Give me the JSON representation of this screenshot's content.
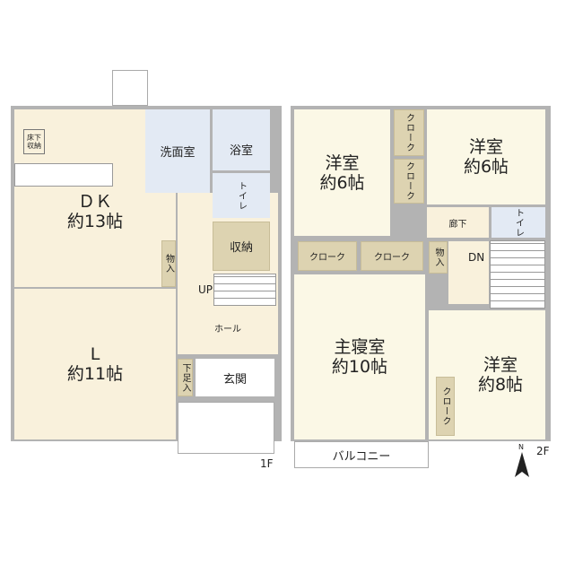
{
  "floor1": {
    "label": "1F",
    "rooms": {
      "dk": {
        "name": "ＤＫ",
        "size": "約13帖"
      },
      "living": {
        "name": "L",
        "size": "約11帖"
      },
      "underfloor_storage": "床下収納",
      "washroom": "洗面室",
      "bathroom": "浴室",
      "toilet": "トイレ",
      "storage": "収納",
      "closet": "物入",
      "hall": "ホール",
      "stairs_up": "UP",
      "shoe_closet": "下足入",
      "entrance": "玄関"
    }
  },
  "floor2": {
    "label": "2F",
    "rooms": {
      "western_a": {
        "name": "洋室",
        "size": "約6帖"
      },
      "western_b": {
        "name": "洋室",
        "size": "約6帖"
      },
      "cloak_1": "クローク",
      "cloak_2": "クローク",
      "corridor": "廊下",
      "toilet": "トイレ",
      "cloak_3": "クローク",
      "cloak_4": "クローク",
      "closet": "物入",
      "stairs_down": "DN",
      "master": {
        "name": "主寝室",
        "size": "約10帖"
      },
      "western_c": {
        "name": "洋室",
        "size": "約8帖"
      },
      "cloak_5": "クローク",
      "balcony": "バルコニー"
    }
  },
  "compass": {
    "label": "N"
  },
  "colors": {
    "wall": "#b3b3b3",
    "living_floor": "#f9f1dc",
    "bedroom_floor": "#fbf8e6",
    "wet_area": "#e3eaf4",
    "storage": "#ddd3b1"
  }
}
